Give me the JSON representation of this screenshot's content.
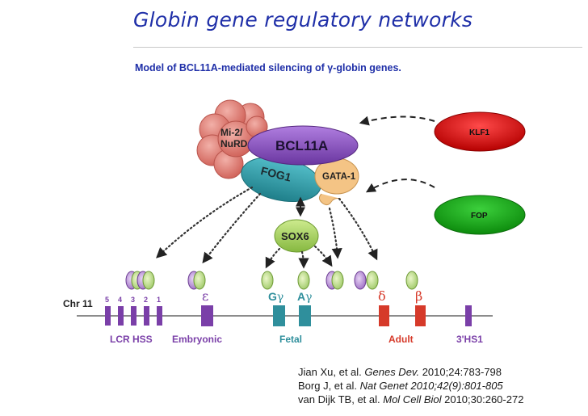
{
  "slide": {
    "title": "Globin gene regulatory networks",
    "subtitle": "Model of BCL11A-mediated silencing of γ-globin genes."
  },
  "complex": {
    "mi2_line1": "Mi-2/",
    "mi2_line2": "NuRD",
    "bcl11a": "BCL11A",
    "fog1": "FOG1",
    "gata1": "GATA-1",
    "sox6": "SOX6"
  },
  "regulators": {
    "klf1": {
      "label": "KLF1",
      "color": "#cc1111"
    },
    "fop": {
      "label": "FOP",
      "color": "#119911"
    }
  },
  "locus": {
    "chr_label": "Chr 11",
    "hs_numbers": [
      "5",
      "4",
      "3",
      "2",
      "1"
    ],
    "gene_epsilon": "ε",
    "gene_g": "G",
    "gene_a": "A",
    "gamma": "γ",
    "gene_delta": "δ",
    "gene_beta": "β",
    "lbl_lcr": "LCR HSS",
    "lbl_embryonic": "Embryonic",
    "lbl_fetal": "Fetal",
    "lbl_adult": "Adult",
    "lbl_3hs1": "3'HS1"
  },
  "references": [
    {
      "authors": "Jian Xu,  et al. ",
      "journal": "Genes Dev.",
      "citation": " 2010;24:783-798"
    },
    {
      "authors": "Borg J, et al. ",
      "journal": "Nat Genet 2010;42(9):801-805",
      "citation": ""
    },
    {
      "authors": "van Dijk TB, et al. ",
      "journal": "Mol Cell Biol",
      "citation": " 2010;30:260-272"
    }
  ],
  "colors": {
    "title": "#1f2fa8",
    "mi2": "#e07b72",
    "bcl11a": "#8a4fc0",
    "fog1": "#2c9aa6",
    "gata1": "#f4c485",
    "sox6": "#a7d35d",
    "lcr": "#7a3fa8",
    "fetal": "#2f8f9c",
    "adult": "#d63a2a"
  }
}
